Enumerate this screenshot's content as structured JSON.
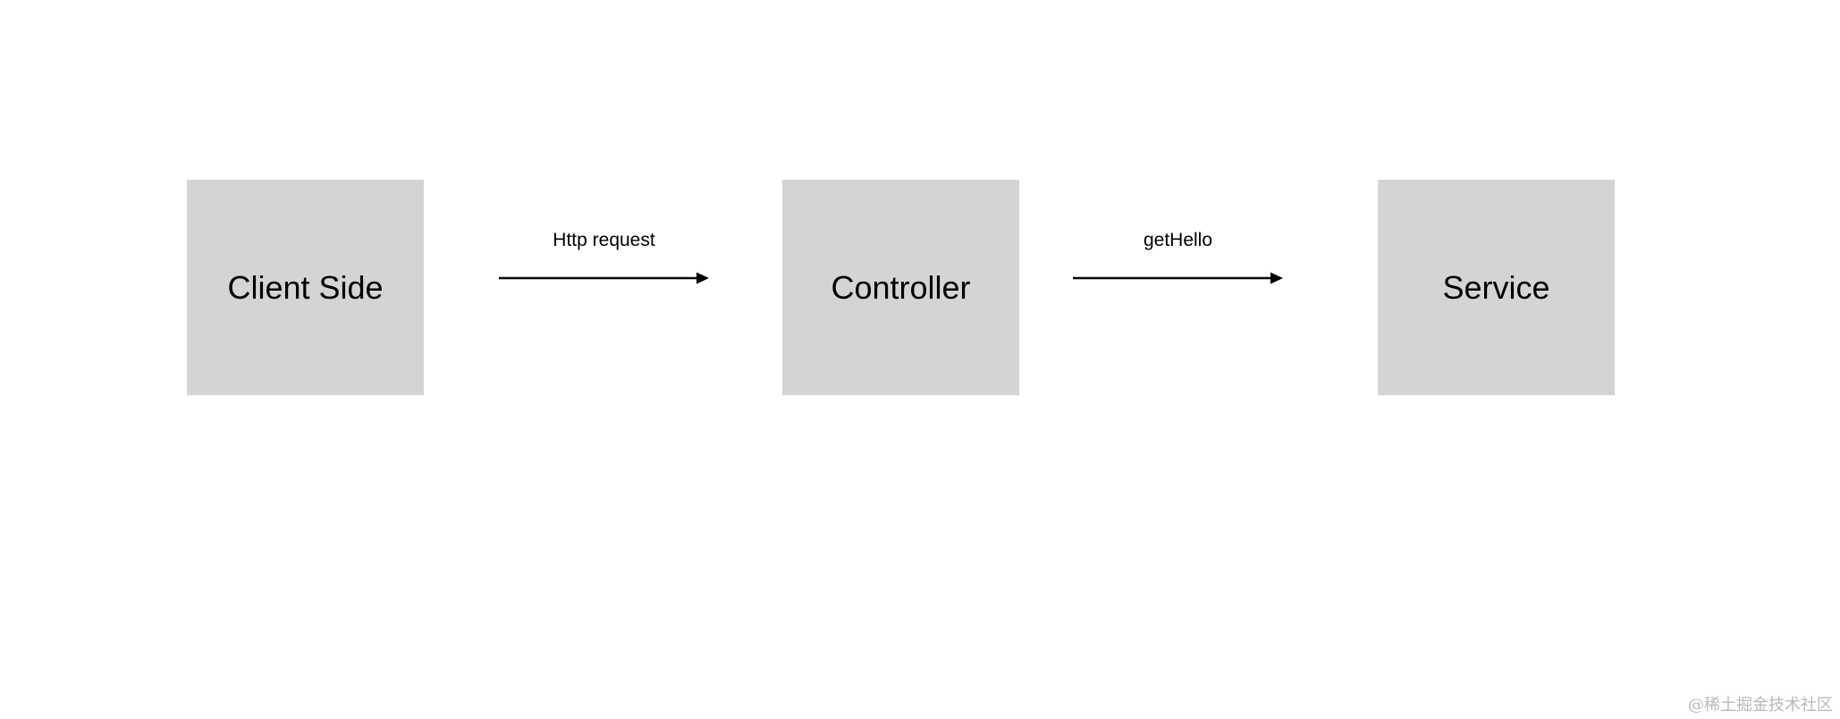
{
  "diagram": {
    "nodes": [
      {
        "id": "client",
        "label": "Client Side"
      },
      {
        "id": "controller",
        "label": "Controller"
      },
      {
        "id": "service",
        "label": "Service"
      }
    ],
    "edges": [
      {
        "from": "client",
        "to": "controller",
        "label": "Http request"
      },
      {
        "from": "controller",
        "to": "service",
        "label": "getHello"
      }
    ],
    "colors": {
      "node_fill": "#d4d4d4",
      "arrow": "#000000",
      "background": "#ffffff"
    }
  },
  "watermark": "@稀土掘金技术社区"
}
